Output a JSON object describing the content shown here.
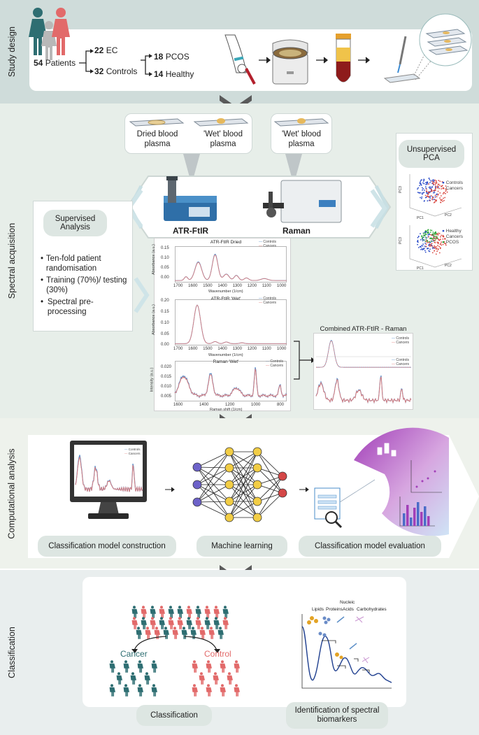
{
  "sections": {
    "study_design": "Study design",
    "spectral_acquisition": "Spectral acquisition",
    "computational_analysis": "Computational analysis",
    "classification": "Classification"
  },
  "study": {
    "patients_count": "54",
    "patients_label": "Patients",
    "ec_count": "22",
    "ec_label": "EC",
    "controls_count": "32",
    "controls_label": "Controls",
    "pcos_count": "18",
    "pcos_label": "PCOS",
    "healthy_count": "14",
    "healthy_label": "Healthy"
  },
  "samples": {
    "dried": "Dried blood plasma",
    "wet_ftir": "'Wet' blood plasma",
    "wet_raman": "'Wet' blood plasma"
  },
  "instruments": {
    "ftir": "ATR-FtIR",
    "raman": "Raman"
  },
  "supervised": {
    "title": "Supervised Analysis",
    "items": [
      "Ten-fold patient randomisation",
      "Training (70%)/ testing (30%)",
      "Spectral pre-processing"
    ]
  },
  "pca": {
    "title": "Unsupervised PCA",
    "legend1": [
      "Controls",
      "Cancers"
    ],
    "legend2": [
      "Healthy",
      "Cancers",
      "PCOS"
    ],
    "axes": [
      "PC1",
      "PC2",
      "PC3"
    ]
  },
  "spectra": {
    "p1_title": "ATR-FtIR Dried",
    "p2_title": "ATR-FtIR 'Wet'",
    "p3_title": "Raman 'Wet'",
    "combined_title": "Combined ATR-FtIR - Raman",
    "ylabel_abs": "Absorbance (a.u.)",
    "ylabel_int": "Intensity (a.u.)",
    "xlabel_wn": "Wavenumber (1/cm)",
    "xlabel_raman": "Raman shift (1/cm)",
    "legend": [
      "Controls",
      "Cancers"
    ],
    "p1_yticks": [
      "0.15",
      "0.10",
      "0.05",
      "0.00"
    ],
    "p2_yticks": [
      "0.20",
      "0.15",
      "0.10",
      "0.05",
      "0.00"
    ],
    "p3_yticks": [
      "0.020",
      "0.015",
      "0.010",
      "0.005"
    ],
    "ir_xticks": [
      "1700",
      "1600",
      "1500",
      "1400",
      "1300",
      "1200",
      "1100",
      "1000"
    ],
    "raman_xticks": [
      "1600",
      "1400",
      "1200",
      "1000",
      "800"
    ]
  },
  "computational": {
    "construction": "Classification model construction",
    "ml": "Machine learning",
    "evaluation": "Classification model evaluation",
    "legend": [
      "Controls",
      "Cancers"
    ]
  },
  "classification": {
    "cancer": "Cancer",
    "control": "Control",
    "label": "Classification",
    "biomarker_label": "Identification of spectral biomarkers",
    "biomolecules": [
      "Lipids",
      "Proteins",
      "Nucleic Acids",
      "Carbohydrates"
    ]
  },
  "colors": {
    "teal": "#2e6e72",
    "pink": "#e26a6a",
    "controls": "#5b8ec7",
    "cancers": "#e07a78",
    "band_top": "#cfdcda",
    "band_mid": "#e7eee9",
    "band_low": "#eef2ec",
    "band_bottom": "#e9eeee"
  }
}
